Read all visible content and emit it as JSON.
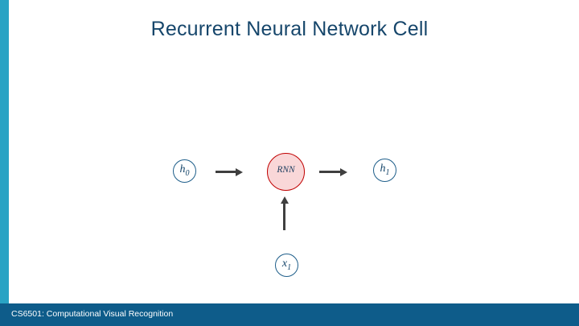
{
  "slide": {
    "title": "Recurrent Neural Network Cell",
    "accent_color": "#29a3c4",
    "footer_color": "#0e5c8a",
    "title_color": "#16466b"
  },
  "diagram": {
    "nodes": [
      {
        "id": "h0",
        "label_base": "h",
        "label_sub": "0",
        "kind": "state",
        "border_color": "#1f5f8b",
        "fill": "#ffffff"
      },
      {
        "id": "rnn",
        "label_base": "RNN",
        "label_sub": "",
        "kind": "cell",
        "border_color": "#c00000",
        "fill": "#f9d7d8"
      },
      {
        "id": "h1",
        "label_base": "h",
        "label_sub": "1",
        "kind": "state",
        "border_color": "#1f5f8b",
        "fill": "#ffffff"
      },
      {
        "id": "x1",
        "label_base": "x",
        "label_sub": "1",
        "kind": "input",
        "border_color": "#1f5f8b",
        "fill": "#ffffff"
      }
    ],
    "arrows": [
      {
        "id": "h0-to-rnn",
        "direction": "right"
      },
      {
        "id": "rnn-to-h1",
        "direction": "right"
      },
      {
        "id": "x1-to-rnn",
        "direction": "up"
      }
    ]
  },
  "footer": {
    "text": "CS6501: Computational Visual Recognition"
  }
}
